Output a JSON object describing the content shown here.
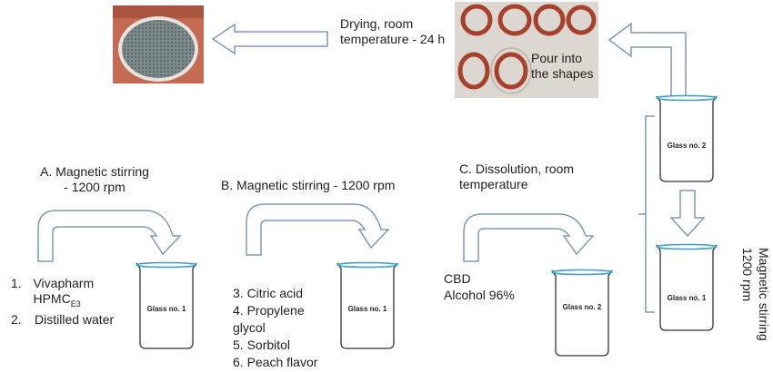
{
  "steps": {
    "drying": {
      "label": "Drying, room temperature - 24 h"
    },
    "pour": {
      "label": "Pour into the shapes"
    },
    "a": {
      "label": "A. Magnetic stirring - 1200 rpm"
    },
    "b": {
      "label": "B. Magnetic stirring - 1200 rpm"
    },
    "c": {
      "label": "C. Dissolution, room temperature"
    },
    "mix": {
      "label": "Magnetic stirring 1200 rpm"
    }
  },
  "ingredients_a": [
    {
      "num": "1.",
      "text": "Vivapharm HPMC",
      "sub": "E3"
    },
    {
      "num": "2.",
      "text": "Distilled water"
    }
  ],
  "ingredients_b": [
    "3. Citric acid",
    "4. Propylene glycol",
    "5. Sorbitol",
    "6. Peach flavor"
  ],
  "ingredients_c": [
    "CBD",
    "Alcohol 96%"
  ],
  "beakers": {
    "glass1": "Glass no. 1",
    "glass2": "Glass no. 2"
  },
  "colors": {
    "arrow_stroke": "#7f9ab8",
    "beaker_stroke": "#333333",
    "beaker_rim": "#3a9ec5"
  }
}
